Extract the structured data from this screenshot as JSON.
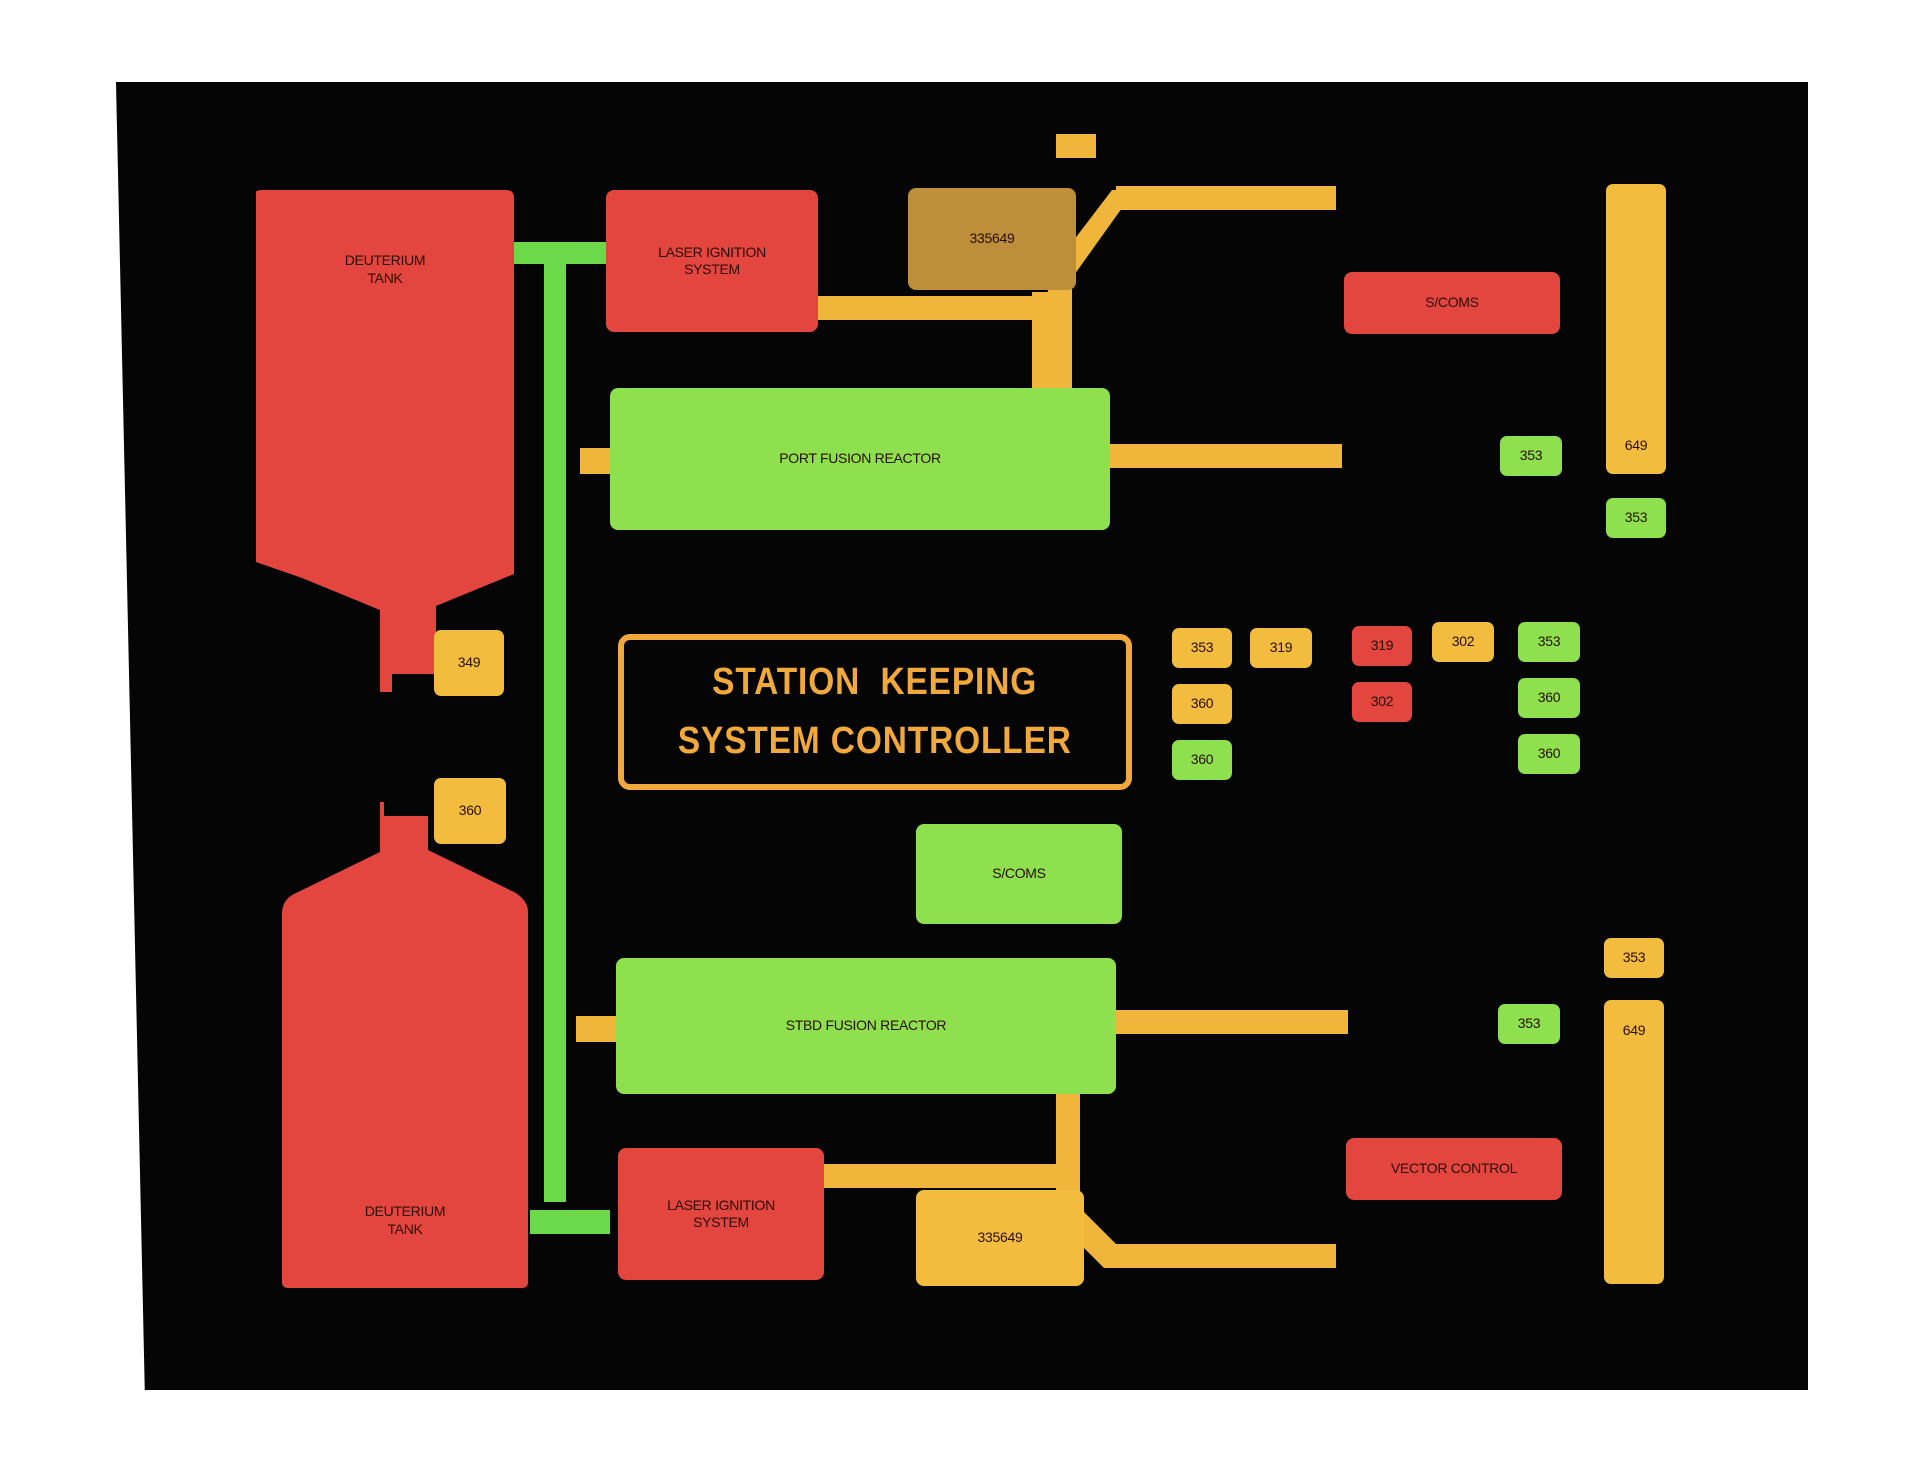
{
  "title": {
    "line1": "STATION  KEEPING",
    "line2": "SYSTEM CONTROLLER"
  },
  "modules": {
    "deuterium_tank_top": "DEUTERIUM\nTANK",
    "deuterium_tank_bottom": "DEUTERIUM\nTANK",
    "laser_ignition_top": "LASER IGNITION\nSYSTEM",
    "laser_ignition_bottom": "LASER IGNITION\nSYSTEM",
    "port_fusion_reactor": "PORT FUSION REACTOR",
    "stbd_fusion_reactor": "STBD FUSION REACTOR",
    "scoms_top": "S/COMS",
    "scoms_center": "S/COMS",
    "vector_control": "VECTOR CONTROL",
    "code_top": "335649",
    "code_bottom": "335649"
  },
  "tags": {
    "tank_top_349": "349",
    "tank_bottom_360": "360",
    "port_353": "353",
    "port_649": "649",
    "right_353_upper": "353",
    "stbd_353": "353",
    "stbd_353_upper": "353",
    "stbd_649": "649",
    "grid": [
      {
        "label": "353",
        "color": "yellow"
      },
      {
        "label": "319",
        "color": "yellow"
      },
      {
        "label": "319",
        "color": "red"
      },
      {
        "label": "302",
        "color": "yellow"
      },
      {
        "label": "353",
        "color": "green"
      },
      {
        "label": "360",
        "color": "yellow"
      },
      {
        "label": "302",
        "color": "red"
      },
      {
        "label": "360",
        "color": "green"
      },
      {
        "label": "360",
        "color": "green"
      },
      {
        "label": "360",
        "color": "green"
      }
    ]
  },
  "colors": {
    "background": "#050505",
    "red": "#e2463f",
    "green": "#8ee04f",
    "yellow": "#f2bc3f",
    "brown": "#be8f3a",
    "title": "#f2a93c"
  }
}
